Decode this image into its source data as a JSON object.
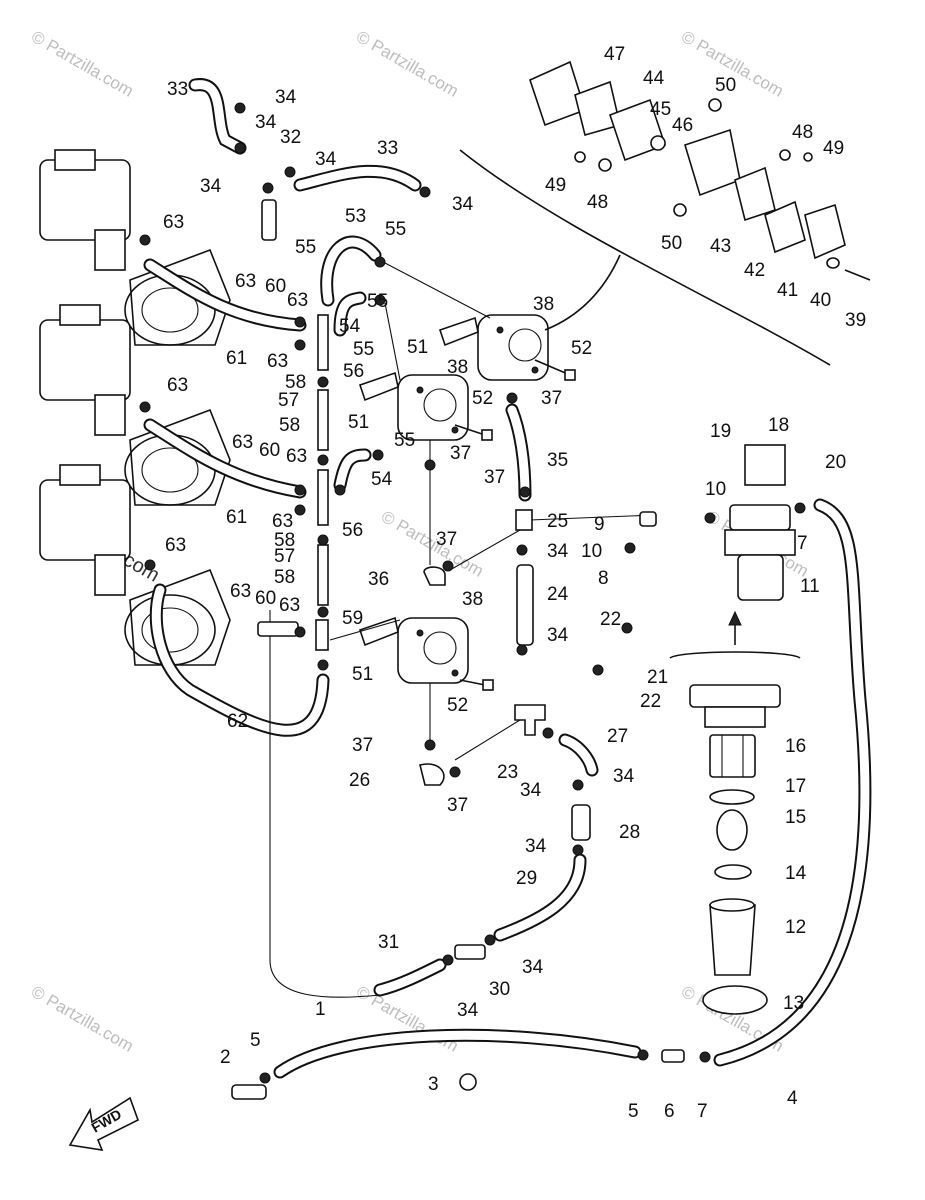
{
  "diagram": {
    "watermark": "© Partzilla.com",
    "direction_label": "FWD",
    "callouts": [
      {
        "id": "c1",
        "text": "1"
      },
      {
        "id": "c2",
        "text": "2"
      },
      {
        "id": "c3",
        "text": "3"
      },
      {
        "id": "c4",
        "text": "4"
      },
      {
        "id": "c5a",
        "text": "5"
      },
      {
        "id": "c5b",
        "text": "5"
      },
      {
        "id": "c6",
        "text": "6"
      },
      {
        "id": "c7a",
        "text": "7"
      },
      {
        "id": "c7b",
        "text": "7"
      },
      {
        "id": "c8",
        "text": "8"
      },
      {
        "id": "c9",
        "text": "9"
      },
      {
        "id": "c10a",
        "text": "10"
      },
      {
        "id": "c10b",
        "text": "10"
      },
      {
        "id": "c11",
        "text": "11"
      },
      {
        "id": "c12",
        "text": "12"
      },
      {
        "id": "c13",
        "text": "13"
      },
      {
        "id": "c14",
        "text": "14"
      },
      {
        "id": "c15",
        "text": "15"
      },
      {
        "id": "c16",
        "text": "16"
      },
      {
        "id": "c17",
        "text": "17"
      },
      {
        "id": "c18",
        "text": "18"
      },
      {
        "id": "c19",
        "text": "19"
      },
      {
        "id": "c20",
        "text": "20"
      },
      {
        "id": "c21",
        "text": "21"
      },
      {
        "id": "c22a",
        "text": "22"
      },
      {
        "id": "c22b",
        "text": "22"
      },
      {
        "id": "c23",
        "text": "23"
      },
      {
        "id": "c24",
        "text": "24"
      },
      {
        "id": "c25",
        "text": "25"
      },
      {
        "id": "c26",
        "text": "26"
      },
      {
        "id": "c27",
        "text": "27"
      },
      {
        "id": "c28",
        "text": "28"
      },
      {
        "id": "c29",
        "text": "29"
      },
      {
        "id": "c30",
        "text": "30"
      },
      {
        "id": "c31",
        "text": "31"
      },
      {
        "id": "c32",
        "text": "32"
      },
      {
        "id": "c33a",
        "text": "33"
      },
      {
        "id": "c33b",
        "text": "33"
      },
      {
        "id": "c34a",
        "text": "34"
      },
      {
        "id": "c34b",
        "text": "34"
      },
      {
        "id": "c34c",
        "text": "34"
      },
      {
        "id": "c34d",
        "text": "34"
      },
      {
        "id": "c34e",
        "text": "34"
      },
      {
        "id": "c34f",
        "text": "34"
      },
      {
        "id": "c34g",
        "text": "34"
      },
      {
        "id": "c34h",
        "text": "34"
      },
      {
        "id": "c34i",
        "text": "34"
      },
      {
        "id": "c34j",
        "text": "34"
      },
      {
        "id": "c34k",
        "text": "34"
      },
      {
        "id": "c34l",
        "text": "34"
      },
      {
        "id": "c35",
        "text": "35"
      },
      {
        "id": "c36",
        "text": "36"
      },
      {
        "id": "c37a",
        "text": "37"
      },
      {
        "id": "c37b",
        "text": "37"
      },
      {
        "id": "c37c",
        "text": "37"
      },
      {
        "id": "c37d",
        "text": "37"
      },
      {
        "id": "c37e",
        "text": "37"
      },
      {
        "id": "c37f",
        "text": "37"
      },
      {
        "id": "c38a",
        "text": "38"
      },
      {
        "id": "c38b",
        "text": "38"
      },
      {
        "id": "c38c",
        "text": "38"
      },
      {
        "id": "c39",
        "text": "39"
      },
      {
        "id": "c40",
        "text": "40"
      },
      {
        "id": "c41",
        "text": "41"
      },
      {
        "id": "c42",
        "text": "42"
      },
      {
        "id": "c43",
        "text": "43"
      },
      {
        "id": "c44",
        "text": "44"
      },
      {
        "id": "c45",
        "text": "45"
      },
      {
        "id": "c46",
        "text": "46"
      },
      {
        "id": "c47",
        "text": "47"
      },
      {
        "id": "c48a",
        "text": "48"
      },
      {
        "id": "c48b",
        "text": "48"
      },
      {
        "id": "c49a",
        "text": "49"
      },
      {
        "id": "c49b",
        "text": "49"
      },
      {
        "id": "c50a",
        "text": "50"
      },
      {
        "id": "c50b",
        "text": "50"
      },
      {
        "id": "c51a",
        "text": "51"
      },
      {
        "id": "c51b",
        "text": "51"
      },
      {
        "id": "c51c",
        "text": "51"
      },
      {
        "id": "c52a",
        "text": "52"
      },
      {
        "id": "c52b",
        "text": "52"
      },
      {
        "id": "c52c",
        "text": "52"
      },
      {
        "id": "c53",
        "text": "53"
      },
      {
        "id": "c54a",
        "text": "54"
      },
      {
        "id": "c54b",
        "text": "54"
      },
      {
        "id": "c55a",
        "text": "55"
      },
      {
        "id": "c55b",
        "text": "55"
      },
      {
        "id": "c55c",
        "text": "55"
      },
      {
        "id": "c55d",
        "text": "55"
      },
      {
        "id": "c55e",
        "text": "55"
      },
      {
        "id": "c56a",
        "text": "56"
      },
      {
        "id": "c56b",
        "text": "56"
      },
      {
        "id": "c57a",
        "text": "57"
      },
      {
        "id": "c57b",
        "text": "57"
      },
      {
        "id": "c58a",
        "text": "58"
      },
      {
        "id": "c58b",
        "text": "58"
      },
      {
        "id": "c58c",
        "text": "58"
      },
      {
        "id": "c58d",
        "text": "58"
      },
      {
        "id": "c59",
        "text": "59"
      },
      {
        "id": "c60a",
        "text": "60"
      },
      {
        "id": "c60b",
        "text": "60"
      },
      {
        "id": "c60c",
        "text": "60"
      },
      {
        "id": "c61a",
        "text": "61"
      },
      {
        "id": "c61b",
        "text": "61"
      },
      {
        "id": "c62",
        "text": "62"
      },
      {
        "id": "c63a",
        "text": "63"
      },
      {
        "id": "c63b",
        "text": "63"
      },
      {
        "id": "c63c",
        "text": "63"
      },
      {
        "id": "c63d",
        "text": "63"
      },
      {
        "id": "c63e",
        "text": "63"
      },
      {
        "id": "c63f",
        "text": "63"
      },
      {
        "id": "c63g",
        "text": "63"
      },
      {
        "id": "c63h",
        "text": "63"
      },
      {
        "id": "c63i",
        "text": "63"
      },
      {
        "id": "c63j",
        "text": "63"
      },
      {
        "id": "c63k",
        "text": "63"
      }
    ]
  }
}
